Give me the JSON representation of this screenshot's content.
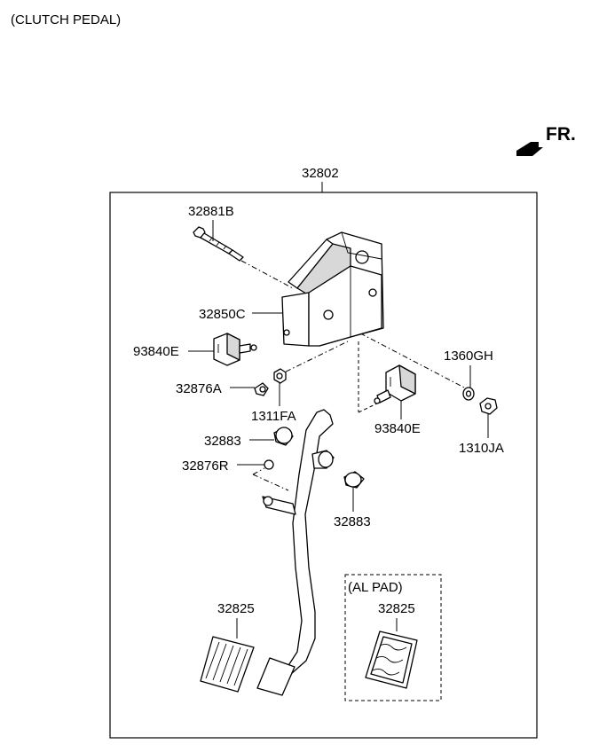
{
  "title": "(CLUTCH PEDAL)",
  "direction": {
    "label": "FR."
  },
  "assembly": {
    "label": "32802"
  },
  "parts": {
    "bolt": "32881B",
    "bracket": "32850C",
    "switch_left": "93840E",
    "stopper_a": "32876A",
    "nut_1311": "1311FA",
    "switch_right": "93840E",
    "washer": "1360GH",
    "nut_1310": "1310JA",
    "bushing_left": "32883",
    "stopper_r": "32876R",
    "bushing_right": "32883",
    "pad_rubber": "32825",
    "pad_al_label": "(AL PAD)",
    "pad_al": "32825"
  }
}
